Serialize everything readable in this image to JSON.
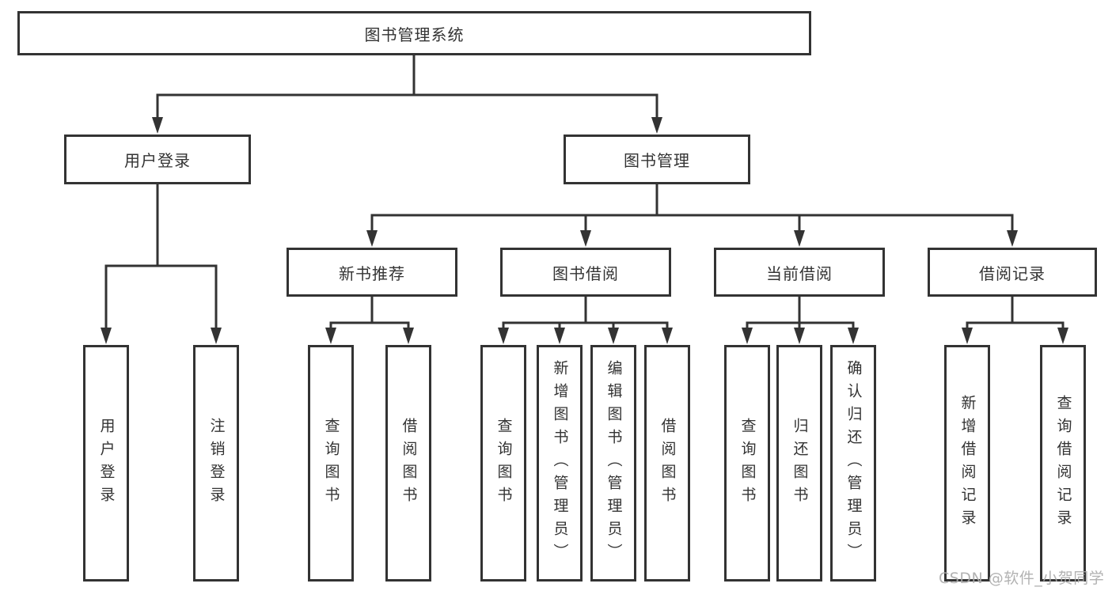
{
  "diagram": {
    "root": {
      "label": "图书管理系统"
    },
    "level2": [
      {
        "id": "user-login",
        "label": "用户登录"
      },
      {
        "id": "book-management",
        "label": "图书管理"
      }
    ],
    "level3": [
      {
        "id": "new-book-recommend",
        "label": "新书推荐"
      },
      {
        "id": "book-borrowing",
        "label": "图书借阅"
      },
      {
        "id": "current-borrowing",
        "label": "当前借阅"
      },
      {
        "id": "borrowing-records",
        "label": "借阅记录"
      }
    ],
    "leaves": {
      "user_login": [
        {
          "label": "用户登录"
        },
        {
          "label": "注销登录"
        }
      ],
      "new_book_recommend": [
        {
          "label": "查询图书"
        },
        {
          "label": "借阅图书"
        }
      ],
      "book_borrowing": [
        {
          "label": "查询图书"
        },
        {
          "label": "新增图书（管理员）"
        },
        {
          "label": "编辑图书（管理员）"
        },
        {
          "label": "借阅图书"
        }
      ],
      "current_borrowing": [
        {
          "label": "查询图书"
        },
        {
          "label": "归还图书"
        },
        {
          "label": "确认归还（管理员）"
        }
      ],
      "borrowing_records": [
        {
          "label": "新增借阅记录"
        },
        {
          "label": "查询借阅记录"
        }
      ]
    },
    "watermark": "CSDN @软件_小贺同学",
    "colors": {
      "line": "#333333",
      "text": "#333333",
      "background": "#ffffff",
      "watermark": "#aaaaaa"
    }
  }
}
